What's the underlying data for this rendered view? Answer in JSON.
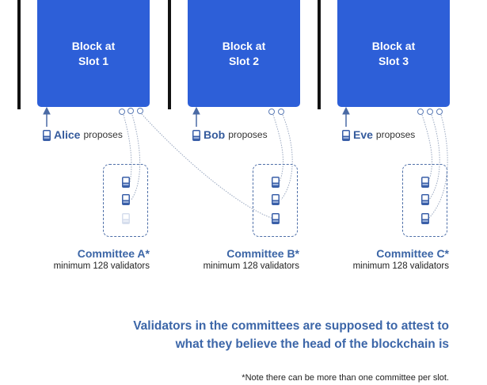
{
  "blocks": [
    {
      "line1": "Block at",
      "line2": "Slot 1",
      "proposer": "Alice",
      "proposes": "proposes",
      "committee": "Committee A*",
      "committee_sub": "minimum 128 validators"
    },
    {
      "line1": "Block at",
      "line2": "Slot 2",
      "proposer": "Bob",
      "proposes": "proposes",
      "committee": "Committee B*",
      "committee_sub": "minimum 128 validators"
    },
    {
      "line1": "Block at",
      "line2": "Slot 3",
      "proposer": "Eve",
      "proposes": "proposes",
      "committee": "Committee C*",
      "committee_sub": "minimum 128 validators"
    }
  ],
  "headline": {
    "line1": "Validators in the committees are supposed to attest to",
    "line2": "what they believe the head of the blockchain is"
  },
  "note": "*Note there can be more than one committee per slot.",
  "colors": {
    "block": "#2d5fd8",
    "accent": "#3b65a6"
  }
}
